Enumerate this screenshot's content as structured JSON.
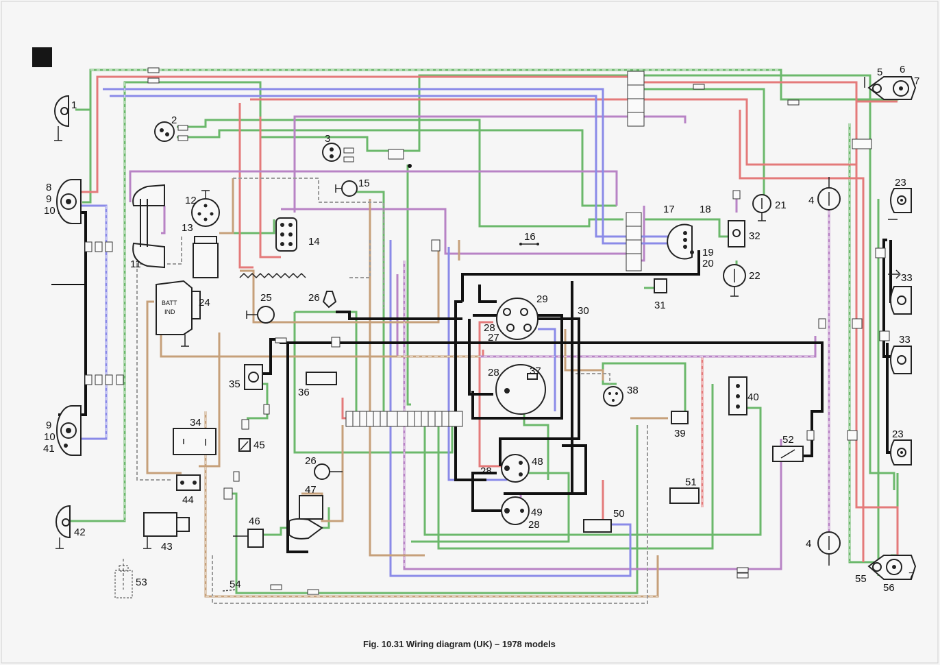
{
  "caption": "Fig. 10.31 Wiring diagram (UK) – 1978 models",
  "colors": {
    "green": "#6bb86b",
    "red": "#e47a7a",
    "purple": "#b883c5",
    "blue": "#8a8ae8",
    "tan": "#c6a07a",
    "black": "#111111",
    "grey": "#9a9a9a"
  },
  "terminal_labels": {
    "batt": "BATT",
    "ind": "IND"
  },
  "components": [
    {
      "id": "c1",
      "label": "1"
    },
    {
      "id": "c2",
      "label": "2"
    },
    {
      "id": "c3",
      "label": "3"
    },
    {
      "id": "c4a",
      "label": "4"
    },
    {
      "id": "c4b",
      "label": "4"
    },
    {
      "id": "c5",
      "label": "5"
    },
    {
      "id": "c6",
      "label": "6"
    },
    {
      "id": "c7a",
      "label": "7"
    },
    {
      "id": "c7b",
      "label": "7"
    },
    {
      "id": "c8",
      "label": "8"
    },
    {
      "id": "c9a",
      "label": "9"
    },
    {
      "id": "c9b",
      "label": "9"
    },
    {
      "id": "c10a",
      "label": "10"
    },
    {
      "id": "c10b",
      "label": "10"
    },
    {
      "id": "c11",
      "label": "11"
    },
    {
      "id": "c12",
      "label": "12"
    },
    {
      "id": "c13",
      "label": "13"
    },
    {
      "id": "c14",
      "label": "14"
    },
    {
      "id": "c15",
      "label": "15"
    },
    {
      "id": "c16",
      "label": "16"
    },
    {
      "id": "c17",
      "label": "17"
    },
    {
      "id": "c18",
      "label": "18"
    },
    {
      "id": "c19",
      "label": "19"
    },
    {
      "id": "c20",
      "label": "20"
    },
    {
      "id": "c21",
      "label": "21"
    },
    {
      "id": "c22",
      "label": "22"
    },
    {
      "id": "c23a",
      "label": "23"
    },
    {
      "id": "c23b",
      "label": "23"
    },
    {
      "id": "c24",
      "label": "24"
    },
    {
      "id": "c25",
      "label": "25"
    },
    {
      "id": "c26a",
      "label": "26"
    },
    {
      "id": "c26b",
      "label": "26"
    },
    {
      "id": "c27",
      "label": "27"
    },
    {
      "id": "c28a",
      "label": "28"
    },
    {
      "id": "c28b",
      "label": "28"
    },
    {
      "id": "c28c",
      "label": "28"
    },
    {
      "id": "c28d",
      "label": "28"
    },
    {
      "id": "c29",
      "label": "29"
    },
    {
      "id": "c30",
      "label": "30"
    },
    {
      "id": "c31",
      "label": "31"
    },
    {
      "id": "c32",
      "label": "32"
    },
    {
      "id": "c33a",
      "label": "33"
    },
    {
      "id": "c33b",
      "label": "33"
    },
    {
      "id": "c34",
      "label": "34"
    },
    {
      "id": "c35",
      "label": "35"
    },
    {
      "id": "c36",
      "label": "36"
    },
    {
      "id": "c37",
      "label": "37"
    },
    {
      "id": "c38",
      "label": "38"
    },
    {
      "id": "c39",
      "label": "39"
    },
    {
      "id": "c40",
      "label": "40"
    },
    {
      "id": "c41",
      "label": "41"
    },
    {
      "id": "c42",
      "label": "42"
    },
    {
      "id": "c43",
      "label": "43"
    },
    {
      "id": "c44",
      "label": "44"
    },
    {
      "id": "c45",
      "label": "45"
    },
    {
      "id": "c46",
      "label": "46"
    },
    {
      "id": "c47",
      "label": "47"
    },
    {
      "id": "c48",
      "label": "48"
    },
    {
      "id": "c49",
      "label": "49"
    },
    {
      "id": "c50",
      "label": "50"
    },
    {
      "id": "c51",
      "label": "51"
    },
    {
      "id": "c52",
      "label": "52"
    },
    {
      "id": "c53",
      "label": "53"
    },
    {
      "id": "c54",
      "label": "54"
    },
    {
      "id": "c55",
      "label": "55"
    },
    {
      "id": "c56",
      "label": "56"
    }
  ]
}
